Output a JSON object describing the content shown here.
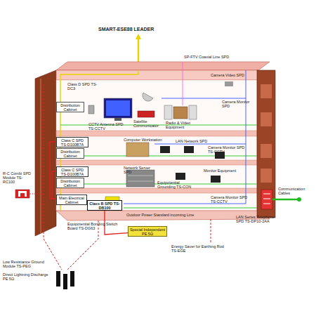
{
  "diagram": {
    "nodes": [
      {
        "text": [
          "Distribution Cabinet"
        ]
      },
      {
        "text": [
          "Class C SPD TS-D100B7A"
        ]
      },
      {
        "text": [
          "Distribution Cabinet"
        ]
      },
      {
        "text": [
          "Class C SPD TS-D100B7A"
        ]
      },
      {
        "text": [
          "Distribution Cabinet"
        ]
      },
      {
        "text": [
          "Main Electrical Cabinet"
        ]
      },
      {
        "text": [
          "Class B SPD TS-DB100"
        ]
      },
      {
        "text": [
          "Special Independent PE 5Ω"
        ]
      }
    ],
    "edges": [
      {
        "from": 6,
        "to": 5,
        "arrow": "none"
      },
      {
        "from": 5,
        "to": 3,
        "arrow": "none"
      },
      {
        "from": 5,
        "to": 1,
        "arrow": "none"
      },
      {
        "from": 6,
        "to": 7,
        "arrow": "none"
      }
    ],
    "labels": [
      "SMART-ESE88 LEADER",
      "SP-FTV Coaxial Line SPD",
      "Class D SPD TS-DC3",
      "CCTV Antenna SPD TS-CCTV",
      "Satellite Communicator",
      "Radio & Video Equipment",
      "Camera Video SPD",
      "Camera Monitor SPD",
      "Computer Workstation",
      "LAN Network SPD",
      "Camera Monitor SPD TS-CCTV",
      "Network Server SPD",
      "Equipotential Grounding TS-CON",
      "Monitor Equipment",
      "Camera Monitor SPD TS-CCTV",
      "Outdoor Power Standard incoming Line",
      "Equipotential Bonding Switch Board TS-DG63",
      "Energy Saver for Earthing Rod TS-EGE",
      "Communication Cables",
      "LAN Series Telephone SPD TS-DP10-2AA",
      "R-C Combi SPD Module TS-RC100",
      "Low Resistance Ground Module TS-PEG",
      "Direct Lightning Discharge PE 5Ω"
    ]
  }
}
